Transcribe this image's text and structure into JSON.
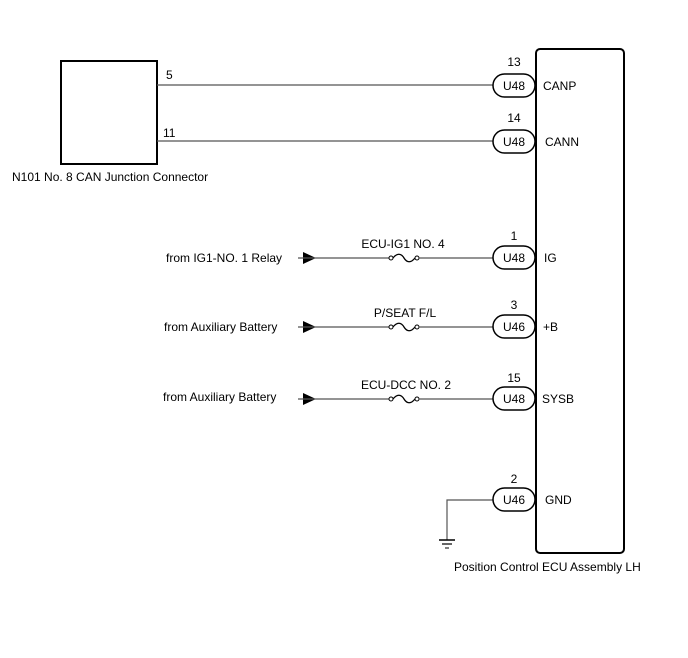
{
  "junction_connector": {
    "label": "N101  No. 8 CAN Junction Connector",
    "pins": [
      "5",
      "11"
    ]
  },
  "ecu": {
    "label": "Position Control ECU Assembly LH",
    "terminals": [
      {
        "pin": "13",
        "connector": "U48",
        "signal": "CANP"
      },
      {
        "pin": "14",
        "connector": "U48",
        "signal": "CANN"
      },
      {
        "pin": "1",
        "connector": "U48",
        "signal": "IG"
      },
      {
        "pin": "3",
        "connector": "U46",
        "signal": "+B"
      },
      {
        "pin": "15",
        "connector": "U48",
        "signal": "SYSB"
      },
      {
        "pin": "2",
        "connector": "U46",
        "signal": "GND"
      }
    ]
  },
  "power_feeds": [
    {
      "source": "from IG1-NO. 1 Relay",
      "fuse": "ECU-IG1 NO. 4"
    },
    {
      "source": "from Auxiliary Battery",
      "fuse": "P/SEAT F/L"
    },
    {
      "source": "from Auxiliary Battery",
      "fuse": "ECU-DCC NO. 2"
    }
  ]
}
